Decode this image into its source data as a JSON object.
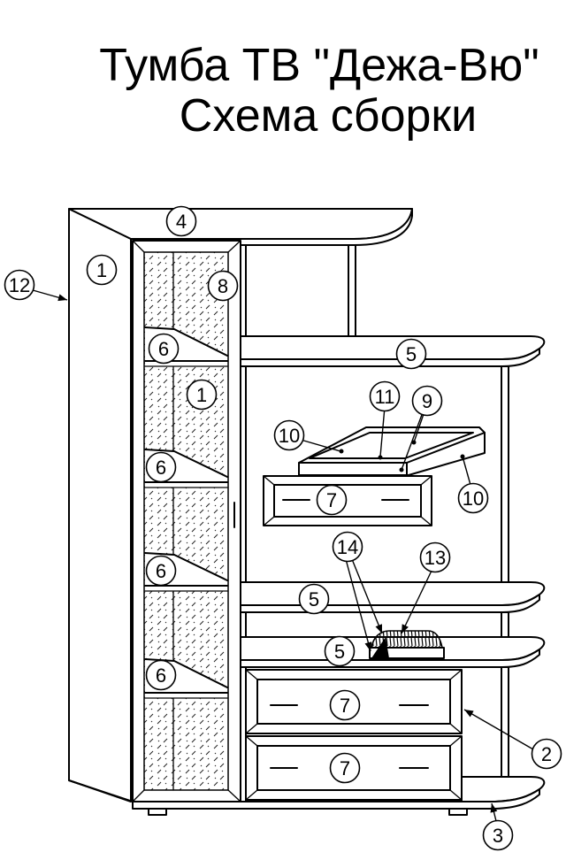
{
  "title": {
    "line1": "Тумба ТВ \"Дежа-Вю\"",
    "line2": "Схема сборки"
  },
  "colors": {
    "ink": "#000000",
    "background": "#ffffff"
  },
  "callouts": [
    {
      "label": "12"
    },
    {
      "label": "1"
    },
    {
      "label": "4"
    },
    {
      "label": "8"
    },
    {
      "label": "6"
    },
    {
      "label": "5"
    },
    {
      "label": "1"
    },
    {
      "label": "11"
    },
    {
      "label": "9"
    },
    {
      "label": "10"
    },
    {
      "label": "6"
    },
    {
      "label": "7"
    },
    {
      "label": "10"
    },
    {
      "label": "14"
    },
    {
      "label": "13"
    },
    {
      "label": "6"
    },
    {
      "label": "5"
    },
    {
      "label": "5"
    },
    {
      "label": "6"
    },
    {
      "label": "7"
    },
    {
      "label": "2"
    },
    {
      "label": "7"
    },
    {
      "label": "3"
    }
  ]
}
